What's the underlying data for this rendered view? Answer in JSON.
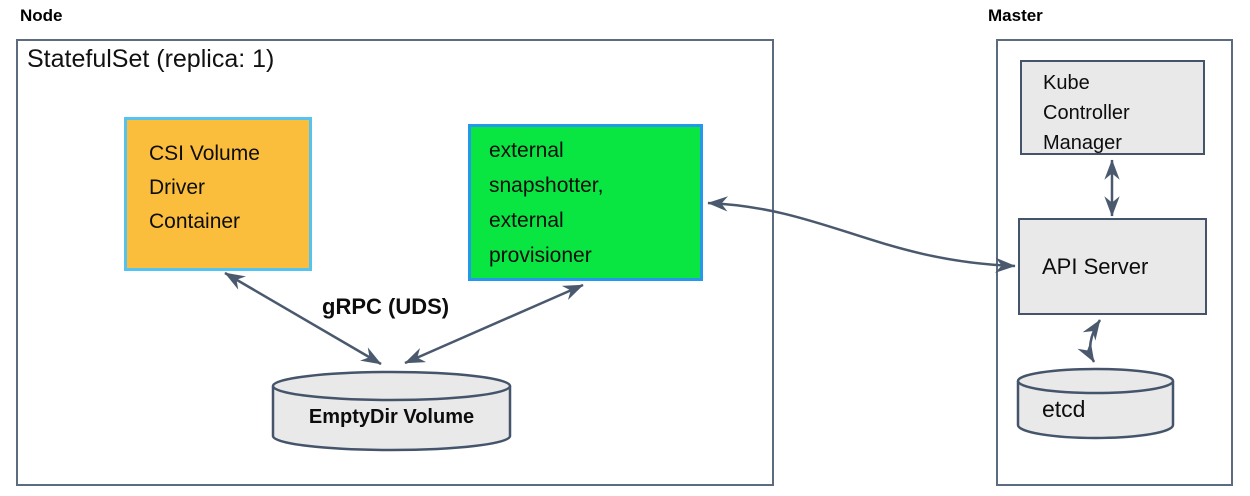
{
  "diagram": {
    "node_section": {
      "title": "Node",
      "statefulset_label": "StatefulSet (replica: 1)",
      "csi_box": {
        "lines": [
          "CSI Volume",
          "Driver",
          "Container"
        ]
      },
      "sidecar_box": {
        "lines": [
          "external",
          "snapshotter,",
          "external",
          "provisioner"
        ]
      },
      "grpc_label": "gRPC (UDS)",
      "emptydir_label": "EmptyDir Volume"
    },
    "master_section": {
      "title": "Master",
      "kcm_box": {
        "lines": [
          "Kube",
          "Controller",
          "Manager"
        ]
      },
      "api_server_label": "API Server",
      "etcd_label": "etcd"
    },
    "colors": {
      "csi_fill": "#fbbe3c",
      "csi_border": "#55c3f0",
      "sidecar_fill": "#0ae641",
      "sidecar_border": "#2499ec",
      "component_fill": "#e9e9e9",
      "component_border": "#44546a",
      "outer_border": "#5d6b7e",
      "arrow": "#4a596e"
    }
  }
}
